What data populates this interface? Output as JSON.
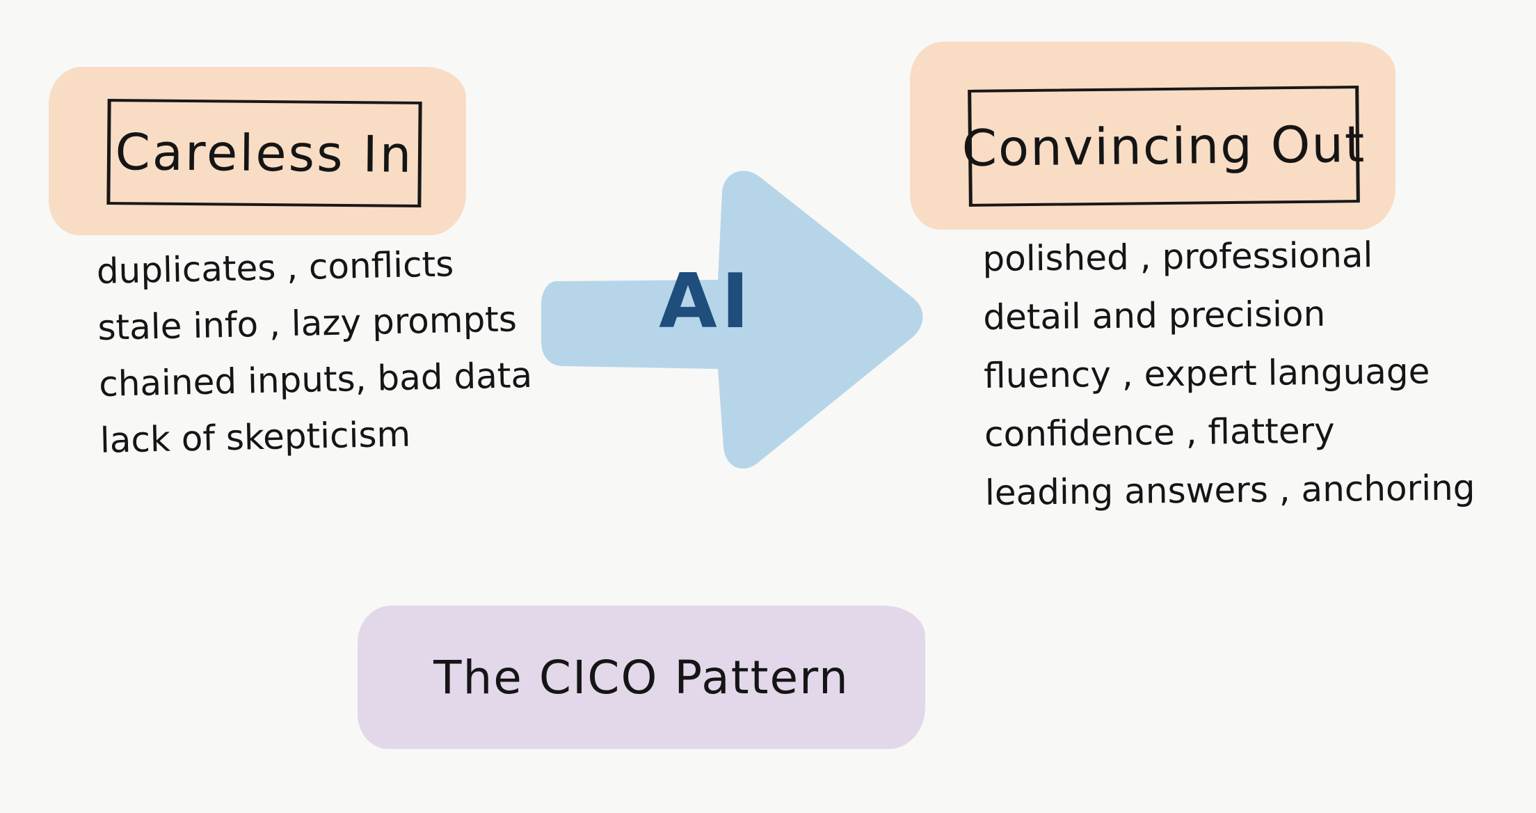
{
  "input_box": {
    "title": "Careless In",
    "items": [
      "duplicates , conflicts",
      "stale info , lazy prompts",
      "chained inputs, bad data",
      "lack of skepticism"
    ]
  },
  "process": {
    "label": "AI"
  },
  "output_box": {
    "title": "Convincing Out",
    "items": [
      "polished , professional",
      "detail and precision",
      "fluency , expert language",
      "confidence , flattery",
      "leading answers , anchoring"
    ]
  },
  "caption": "The CICO Pattern",
  "colors": {
    "peach": "#f8dcc4",
    "lavender": "#e2d8ea",
    "arrow_blue": "#b6d5e8",
    "label_blue": "#1f4e7d",
    "ink": "#151515"
  }
}
